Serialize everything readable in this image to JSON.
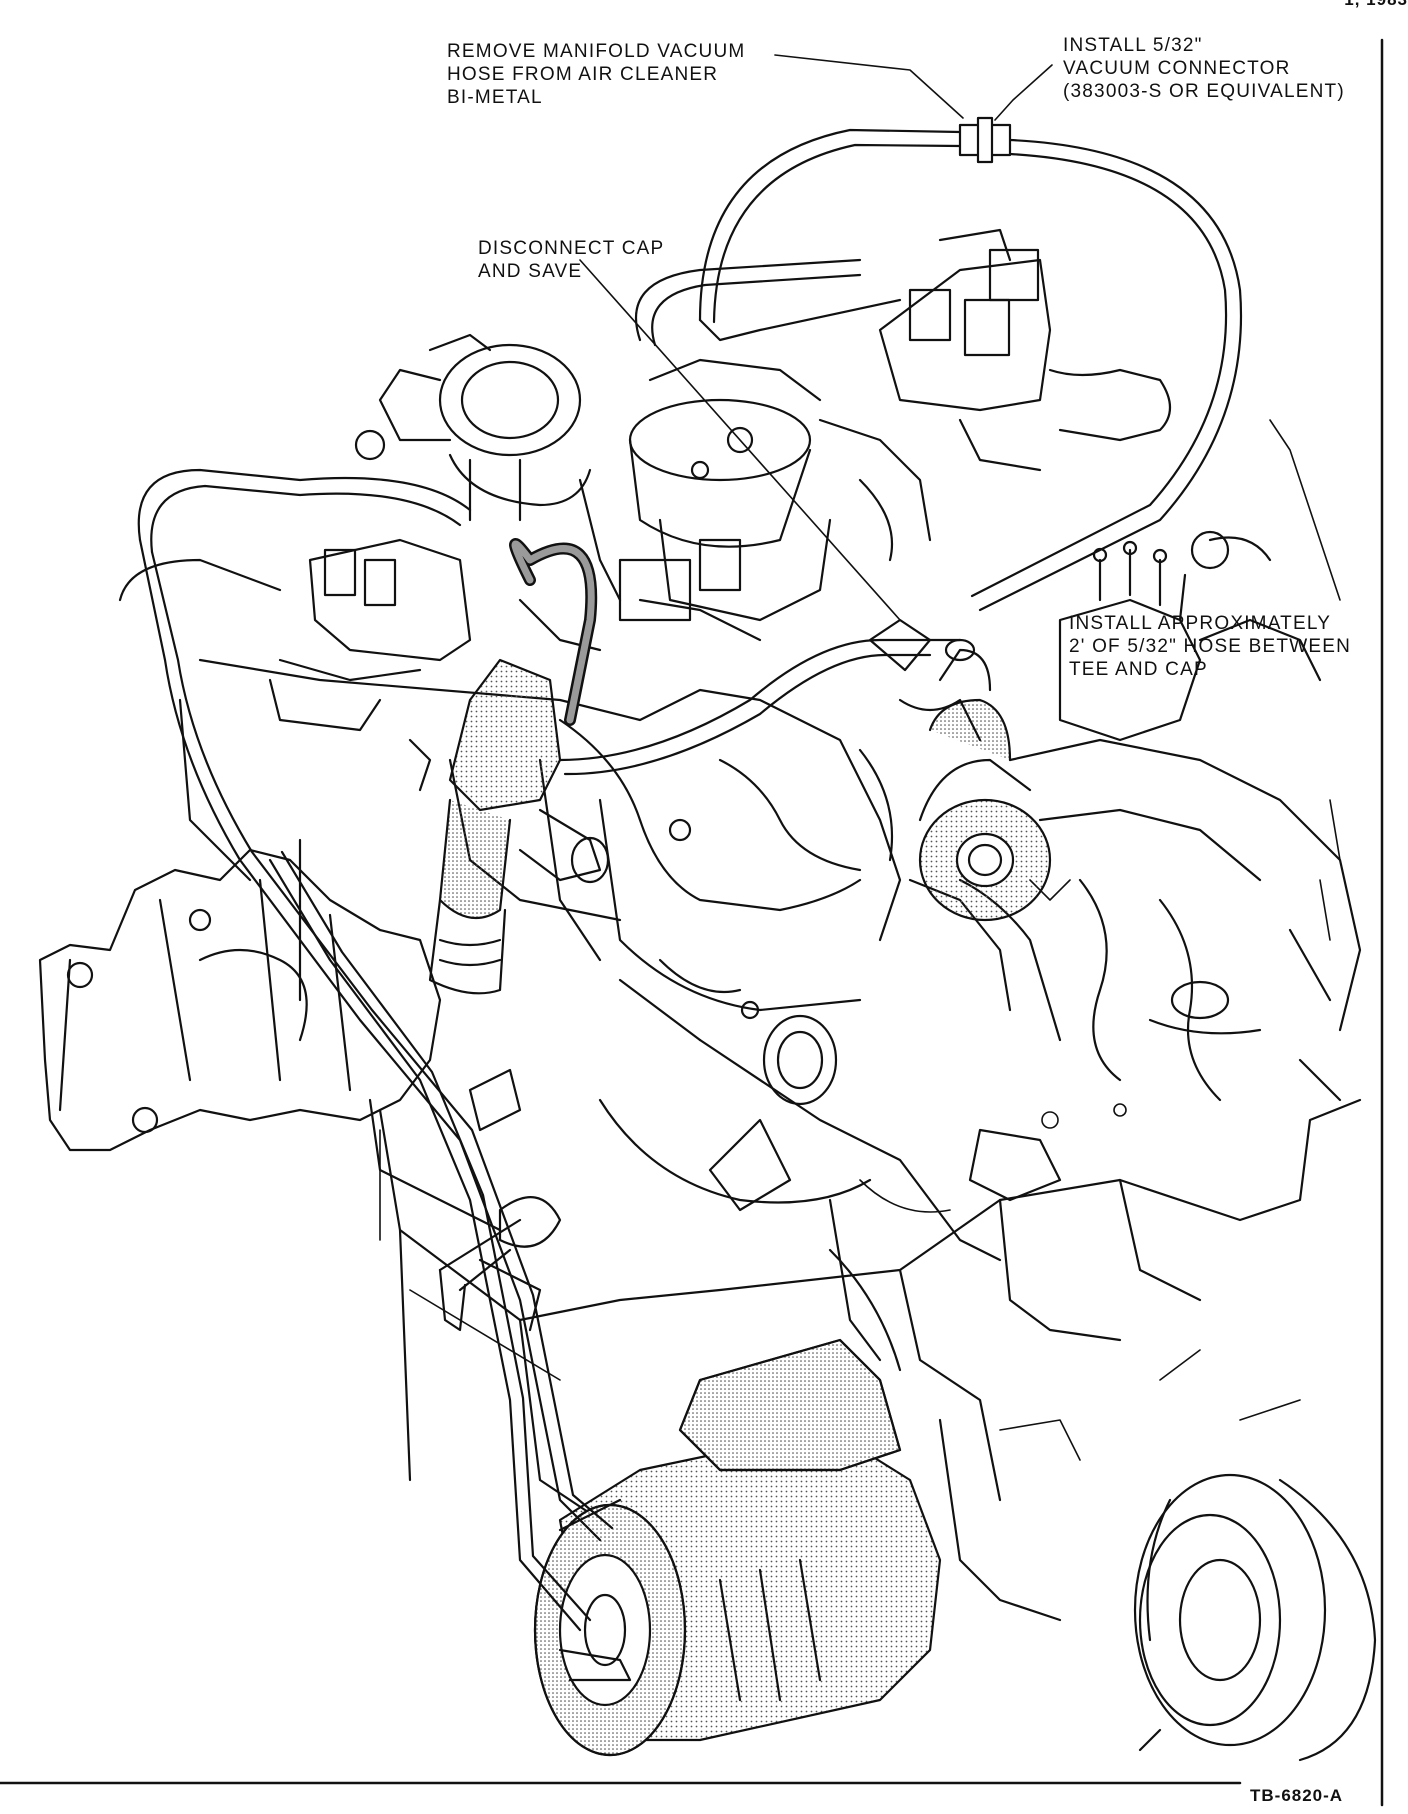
{
  "corner_fragment": "1, 1983",
  "callouts": {
    "remove_hose": [
      "REMOVE MANIFOLD VACUUM",
      "HOSE FROM AIR CLEANER",
      "BI-METAL"
    ],
    "install_connector": [
      "INSTALL 5/32\"",
      "VACUUM CONNECTOR",
      "(383003-S OR EQUIVALENT)"
    ],
    "disconnect_cap": [
      "DISCONNECT CAP",
      "AND SAVE"
    ],
    "install_hose": [
      "INSTALL APPROXIMATELY",
      "2' OF 5/32\" HOSE BETWEEN",
      "TEE AND CAP"
    ]
  },
  "figure_id": "TB-6820-A",
  "colors": {
    "ink": "#111111",
    "paper": "#ffffff",
    "shade": "#9a9a9a"
  }
}
